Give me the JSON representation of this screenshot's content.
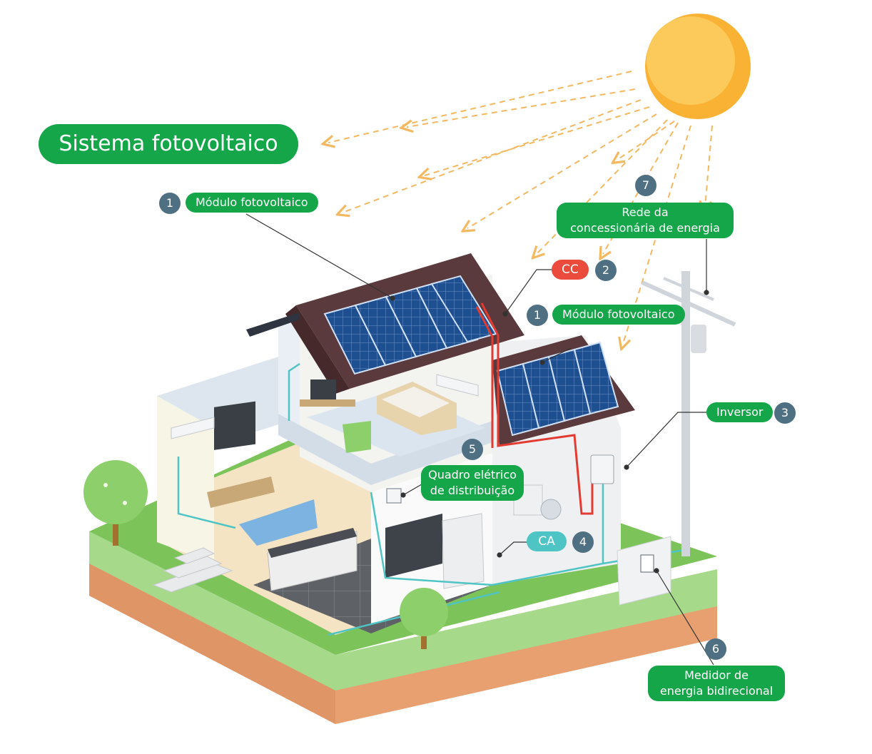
{
  "title": "Sistema fotovoltaico",
  "labels": {
    "modulo_top": {
      "number": "1",
      "text": "Módulo fotovoltaico"
    },
    "rede": {
      "number": "7",
      "line1": "Rede da",
      "line2": "concessionária de energia"
    },
    "cc": {
      "number": "2",
      "text": "CC"
    },
    "modulo_right": {
      "number": "1",
      "text": "Módulo fotovoltaico"
    },
    "inversor": {
      "number": "3",
      "text": "Inversor"
    },
    "quadro": {
      "number": "5",
      "line1": "Quadro elétrico",
      "line2": "de distribuição"
    },
    "ca": {
      "number": "4",
      "text": "CA"
    },
    "medidor": {
      "number": "6",
      "line1": "Medidor de",
      "line2": "energia bidirecional"
    }
  },
  "colors": {
    "label_green": "#16a64a",
    "badge": "#4f6f82",
    "cc_red": "#ea4b3c",
    "ca_teal": "#4fc4c4",
    "sun": "#f9b233",
    "ray": "#f4b860",
    "grass": "#7cc35a",
    "soil": "#e8a071",
    "roof": "#5a3a3c",
    "panel": "#1d4f91",
    "wire_dc": "#e23b32",
    "wire_ac": "#4fc4c4"
  }
}
